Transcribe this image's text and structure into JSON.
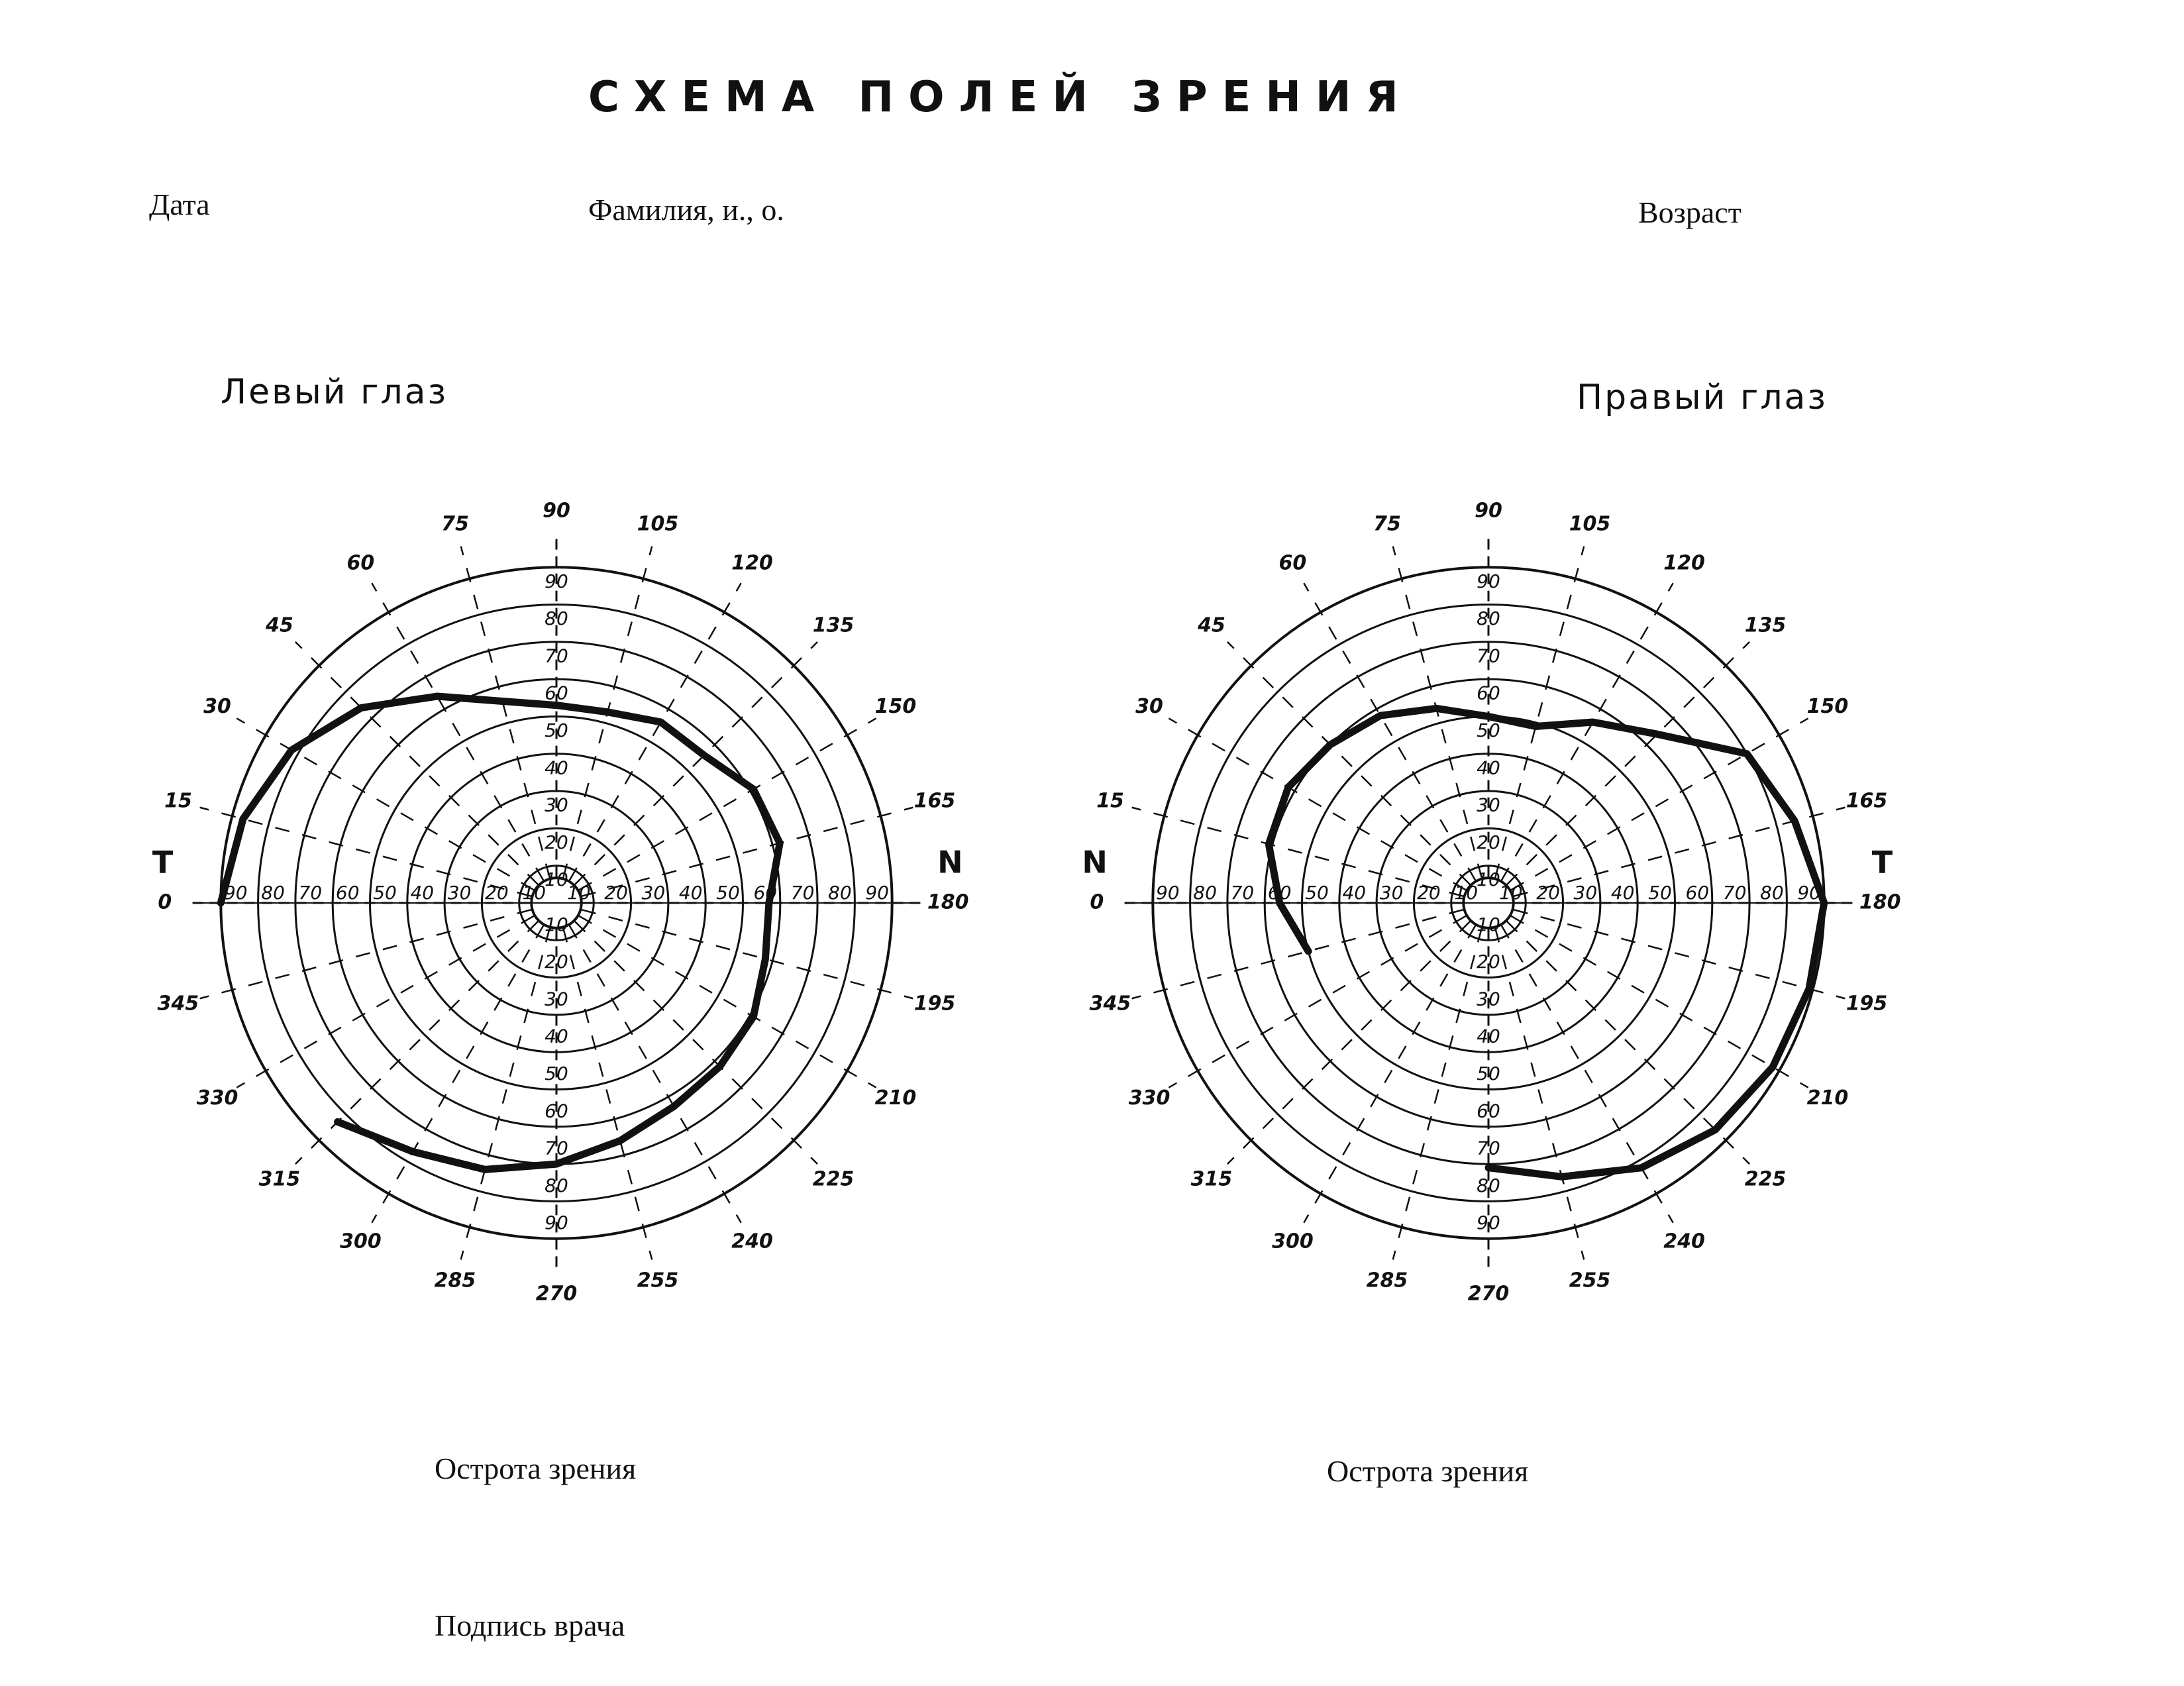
{
  "form": {
    "title": "СХЕМА ПОЛЕЙ ЗРЕНИЯ",
    "date_label": "Дата",
    "name_label": "Фамилия, и., о.",
    "age_label": "Возраст",
    "left_acuity_label": "Острота зрения",
    "right_acuity_label": "Острота зрения",
    "signature_label": "Подпись врача"
  },
  "chart_data": [
    {
      "type": "polar",
      "title": "Левый глаз",
      "left_marker": "T",
      "right_marker": "N",
      "angle_labels": [
        "0",
        "15",
        "30",
        "45",
        "60",
        "75",
        "90",
        "105",
        "120",
        "135",
        "150",
        "165",
        "180",
        "195",
        "210",
        "225",
        "240",
        "255",
        "270",
        "285",
        "300",
        "315",
        "330",
        "345"
      ],
      "ring_labels": [
        "10",
        "20",
        "30",
        "40",
        "50",
        "60",
        "70",
        "80",
        "90"
      ],
      "radial_range": [
        0,
        90
      ],
      "field_boundary": {
        "angle_deg": [
          0,
          15,
          30,
          45,
          60,
          75,
          90,
          105,
          120,
          135,
          150,
          165,
          180,
          195,
          210,
          225,
          240,
          255,
          270,
          285,
          300,
          315
        ],
        "radius": [
          90,
          87,
          82,
          74,
          64,
          56,
          53,
          53,
          56,
          56,
          61,
          62,
          57,
          58,
          61,
          62,
          63,
          66,
          70,
          74,
          77,
          83
        ]
      }
    },
    {
      "type": "polar",
      "title": "Правый глаз",
      "left_marker": "N",
      "right_marker": "T",
      "angle_labels": [
        "0",
        "15",
        "30",
        "45",
        "60",
        "75",
        "90",
        "105",
        "120",
        "135",
        "150",
        "165",
        "180",
        "195",
        "210",
        "225",
        "240",
        "255",
        "270",
        "285",
        "300",
        "315",
        "330",
        "345"
      ],
      "ring_labels": [
        "10",
        "20",
        "30",
        "40",
        "50",
        "60",
        "70",
        "80",
        "90"
      ],
      "radial_range": [
        0,
        90
      ],
      "field_boundary": {
        "angle_deg": [
          345,
          0,
          15,
          30,
          45,
          60,
          75,
          90,
          105,
          120,
          135,
          150,
          165,
          180,
          195,
          210,
          225,
          240,
          255,
          270
        ],
        "radius": [
          50,
          56,
          61,
          62,
          60,
          58,
          54,
          50,
          49,
          56,
          64,
          80,
          85,
          90,
          89,
          88,
          86,
          82,
          76,
          71
        ]
      }
    }
  ]
}
